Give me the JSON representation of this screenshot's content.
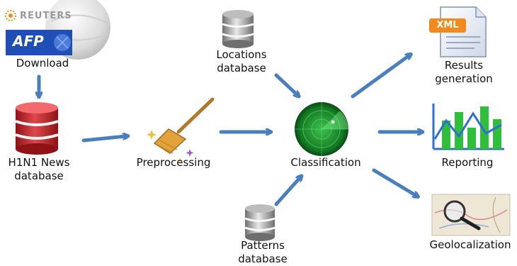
{
  "sources": {
    "reuters": "REUTERS",
    "afp": "AFP"
  },
  "labels": {
    "download": "Download",
    "h1n1_line1": "H1N1 News",
    "h1n1_line2": "database",
    "preprocessing": "Preprocessing",
    "locations_line1": "Locations",
    "locations_line2": "database",
    "classification": "Classification",
    "patterns_line1": "Patterns",
    "patterns_line2": "database",
    "results_line1": "Results",
    "results_line2": "generation",
    "reporting": "Reporting",
    "geolocalization": "Geolocalization"
  },
  "xml_badge": "XML",
  "icons": {
    "globe": "globe-icon",
    "h1n1_db": "red-database-icon",
    "broom": "broom-icon",
    "locations_db": "grey-database-icon",
    "patterns_db": "grey-database-icon",
    "radar": "radar-icon",
    "xml": "xml-document-icon",
    "chart": "bar-line-chart-icon",
    "map": "map-magnifier-icon"
  },
  "colors": {
    "arrow": "#4a7fbd",
    "red_db": "#c8262b",
    "grey_db": "#8a8a8a",
    "radar": "#1f8a2f",
    "reuters_orange": "#f08a1c",
    "afp_blue": "#1f4fb5",
    "chart_green": "#2fbf3a",
    "chart_blue": "#2e6fd1"
  }
}
